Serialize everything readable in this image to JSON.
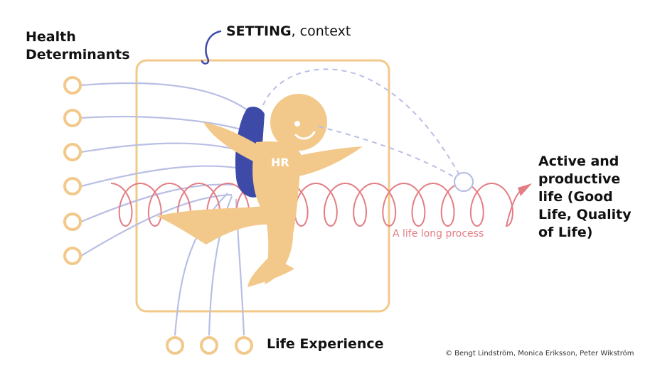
{
  "labels": {
    "health_determinants": "Health Determinants",
    "setting_bold": "SETTING",
    "setting_rest": ", context",
    "outcome": "Active and productive life (Good Life, Quality of Life)",
    "life_experience": "Life Experience",
    "process": "A life long process",
    "hr": "HR",
    "copyright": "© Bengt Lindström, Monica Eriksson, Peter Wikström"
  },
  "colors": {
    "box": "#f2c98a",
    "figure": "#f2c98a",
    "backpack": "#3d4aa8",
    "threads": "#b9bfe4",
    "spiral": "#e37d84",
    "text": "#111111"
  },
  "icons": {
    "resource_circle": "ring",
    "arrow": "arrow-right"
  }
}
